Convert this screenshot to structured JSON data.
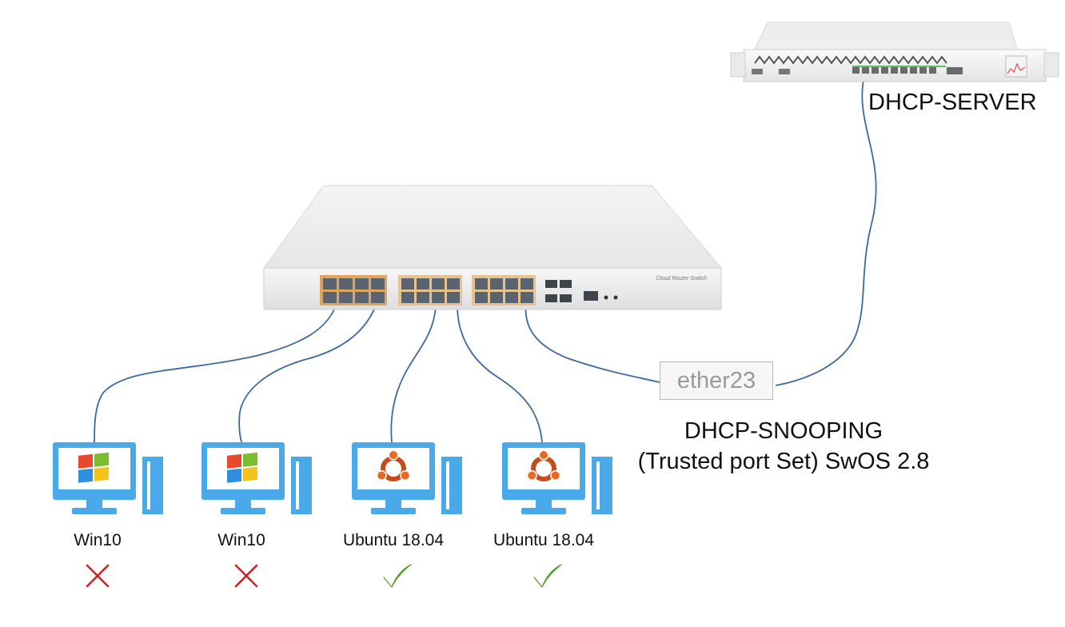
{
  "server": {
    "label": "DHCP-SERVER"
  },
  "switch": {
    "brand_text": "Cloud Router Switch",
    "snooping_line1": "DHCP-SNOOPING",
    "snooping_line2": "(Trusted port Set) SwOS 2.8",
    "trusted_port": "ether23"
  },
  "clients": [
    {
      "label": "Win10",
      "os_icon": "windows-logo-icon",
      "result_icon": "red-cross-icon"
    },
    {
      "label": "Win10",
      "os_icon": "windows-logo-icon",
      "result_icon": "red-cross-icon"
    },
    {
      "label": "Ubuntu 18.04",
      "os_icon": "ubuntu-logo-icon",
      "result_icon": "green-check-icon"
    },
    {
      "label": "Ubuntu 18.04",
      "os_icon": "ubuntu-logo-icon",
      "result_icon": "green-check-icon"
    }
  ],
  "colors": {
    "cable": "#3d6a9a",
    "monitor": "#4aa9e8",
    "cross": "#d02020",
    "check": "#6cc23a"
  }
}
